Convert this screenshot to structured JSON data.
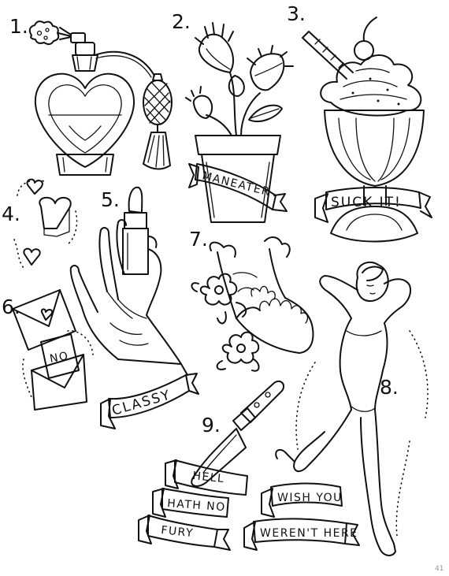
{
  "numbers": [
    "1.",
    "2.",
    "3.",
    "4.",
    "5.",
    "6.",
    "7.",
    "8.",
    "9."
  ],
  "designs": {
    "perfume": {
      "icon": "perfume-bottle-icon"
    },
    "flytrap": {
      "icon": "venus-flytrap-icon",
      "banner": "MANEATER"
    },
    "sundae": {
      "icon": "ice-cream-sundae-icon",
      "banner": "SUCK IT!"
    },
    "hearts": {
      "icon": "hearts-icon"
    },
    "hand": {
      "icon": "hand-lipstick-icon",
      "banner": "CLASSY"
    },
    "envelope": {
      "icon": "envelope-icon",
      "letter": "NO"
    },
    "jaw": {
      "icon": "jawbone-flowers-icon"
    },
    "pinup": {
      "icon": "pinup-girl-icon",
      "banner_line1": "WISH YOU",
      "banner_line2": "WEREN'T HERE"
    },
    "knife": {
      "icon": "knife-icon",
      "banner_line1": "HELL",
      "banner_line2": "HATH NO",
      "banner_line3": "FURY"
    }
  },
  "page_number": "41",
  "ink_color": "#111111"
}
